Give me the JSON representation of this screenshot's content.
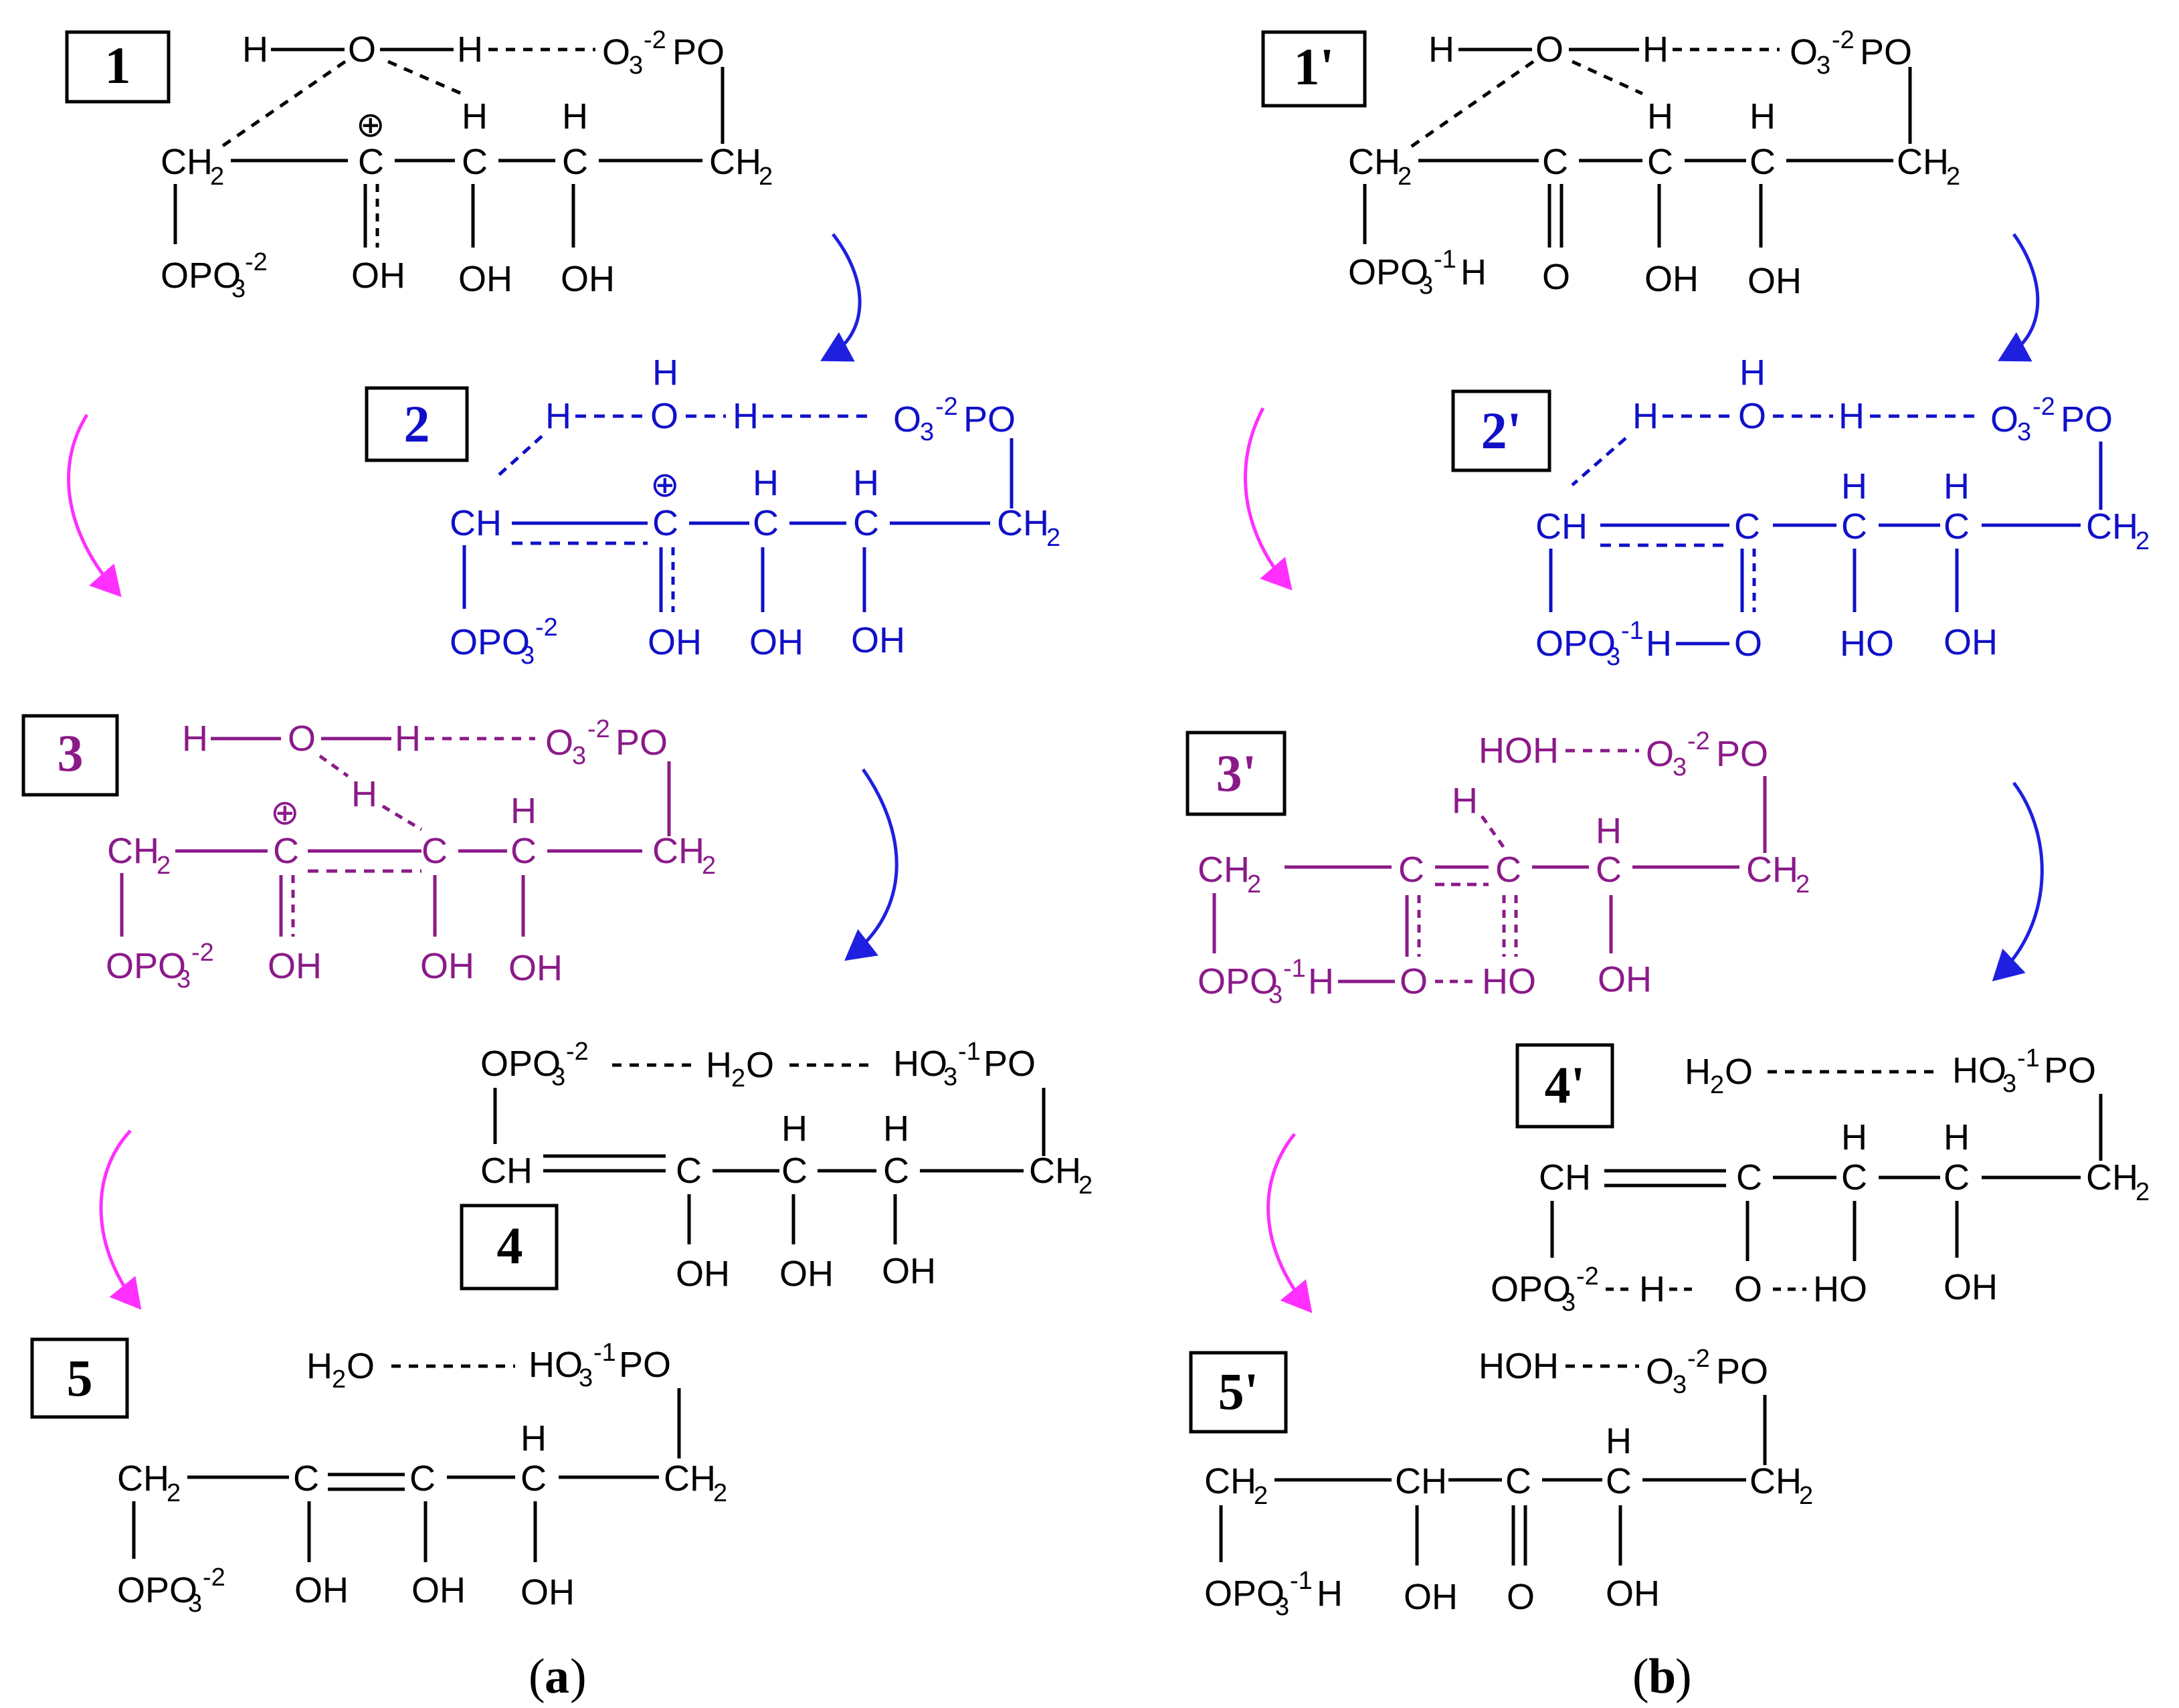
{
  "colors": {
    "black": "#000000",
    "blue": "#1010c8",
    "purple": "#8b1a89",
    "magenta": "#ff2fff",
    "arrow_blue": "#1f1fe0"
  },
  "panels": {
    "a": {
      "open": "(",
      "letter": "a",
      "close": ")"
    },
    "b": {
      "open": "(",
      "letter": "b",
      "close": ")"
    }
  },
  "structures": {
    "s1": {
      "label": "1",
      "color": "black"
    },
    "s2": {
      "label": "2",
      "color": "blue"
    },
    "s3": {
      "label": "3",
      "color": "purple"
    },
    "s4": {
      "label": "4",
      "color": "black"
    },
    "s5": {
      "label": "5",
      "color": "black"
    },
    "s1p": {
      "label": "1'",
      "color": "black"
    },
    "s2p": {
      "label": "2'",
      "color": "blue"
    },
    "s3p": {
      "label": "3'",
      "color": "purple"
    },
    "s4p": {
      "label": "4'",
      "color": "black"
    },
    "s5p": {
      "label": "5'",
      "color": "black"
    }
  },
  "atoms": {
    "H": "H",
    "O": "O",
    "C": "C",
    "OH": "OH",
    "HO": "HO",
    "HOH": "HOH",
    "CH": "CH",
    "CH2": "CH",
    "sub2": "2",
    "O3": "O",
    "sub3": "3",
    "PO": "PO",
    "OPO3": "OPO",
    "HO3": "HO",
    "H2O_H": "H",
    "H2O_O": "O",
    "chg_m2": "-2",
    "chg_m1": "-1",
    "plus": "⊕"
  },
  "arrows": [
    {
      "id": "a1",
      "kind": "blue-curve"
    },
    {
      "id": "a2",
      "kind": "magenta-curve"
    },
    {
      "id": "a3",
      "kind": "blue-curve"
    },
    {
      "id": "a4",
      "kind": "magenta-curve"
    },
    {
      "id": "b1",
      "kind": "blue-curve"
    },
    {
      "id": "b2",
      "kind": "magenta-curve"
    },
    {
      "id": "b3",
      "kind": "blue-curve"
    },
    {
      "id": "b4",
      "kind": "magenta-curve"
    }
  ]
}
